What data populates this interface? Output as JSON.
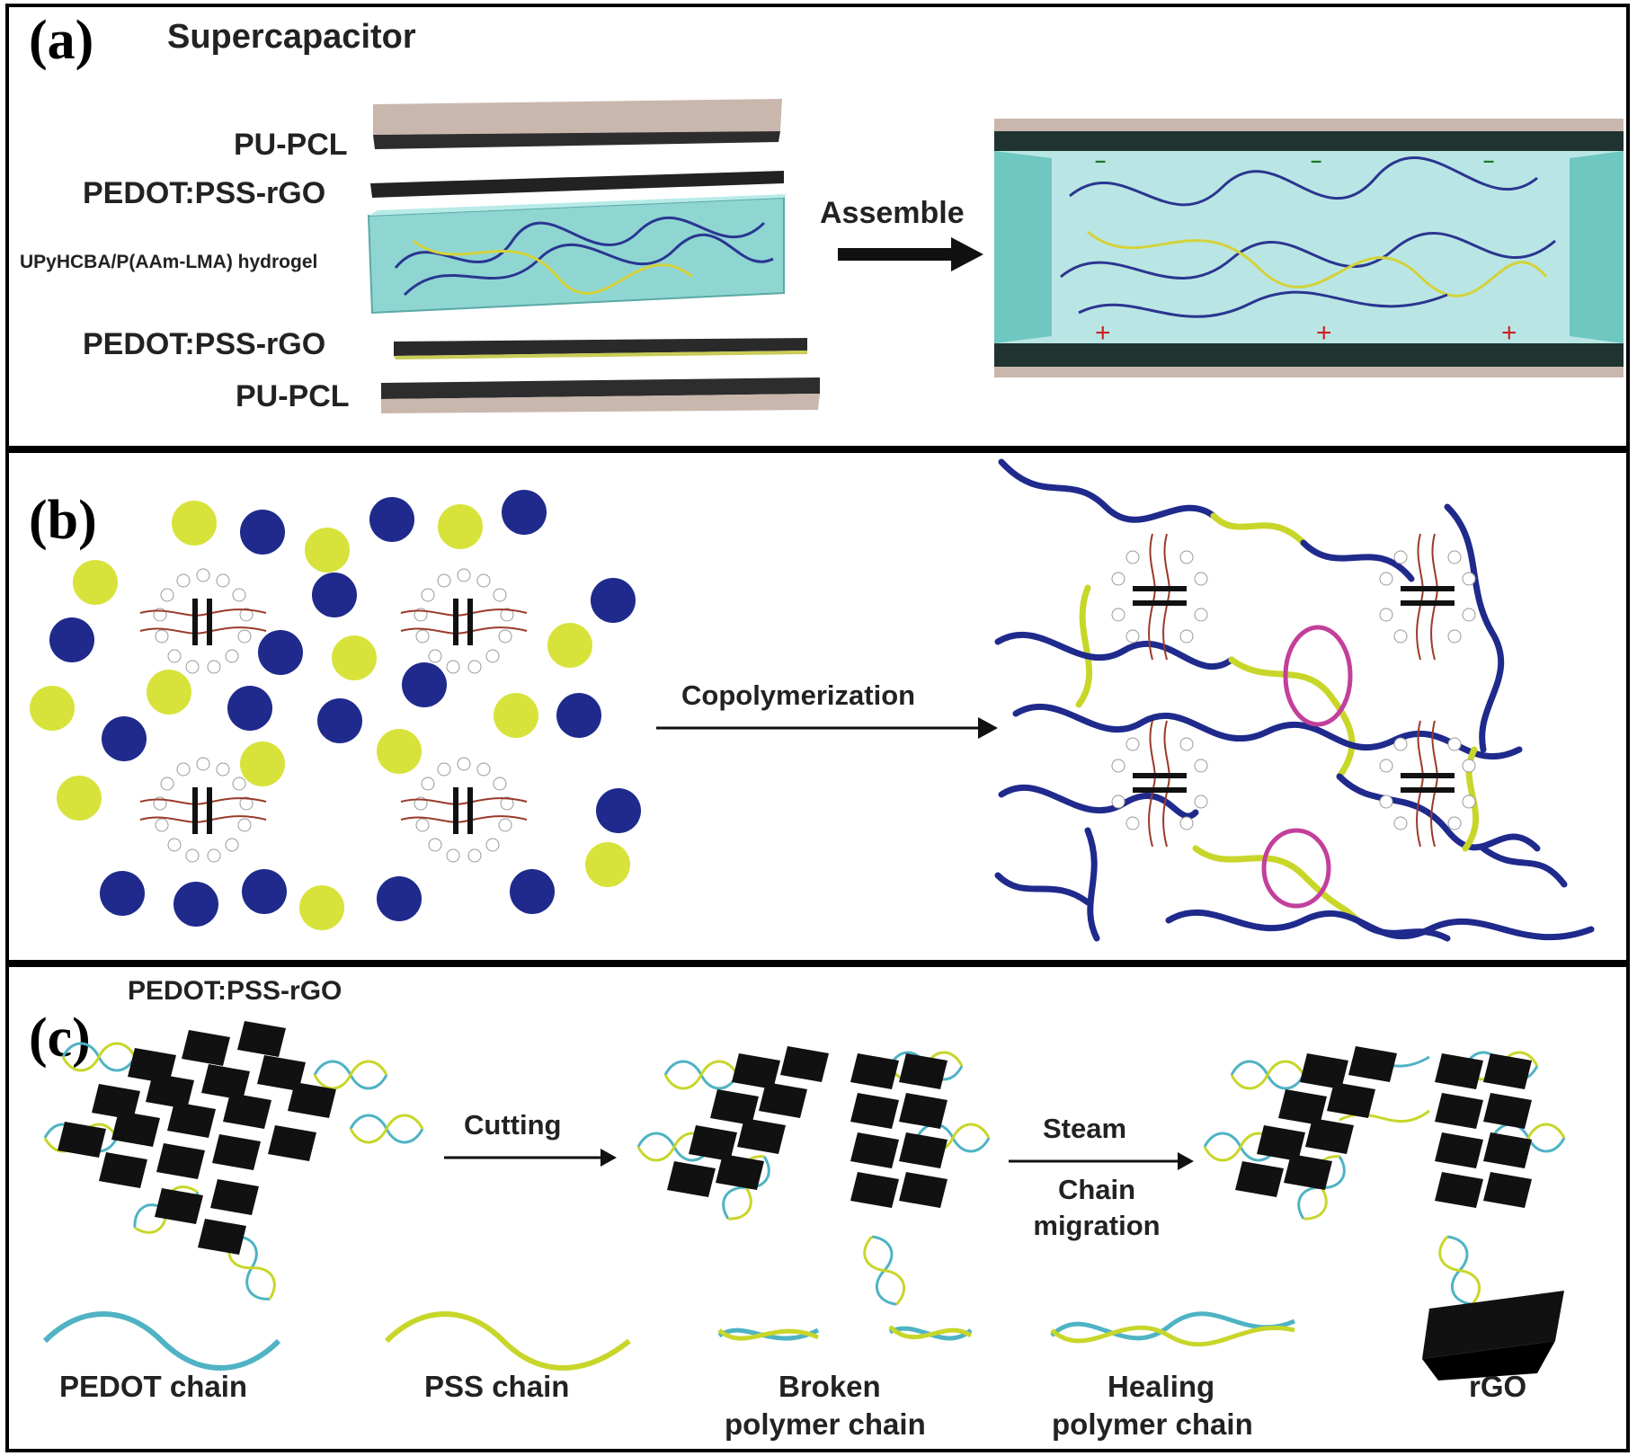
{
  "panel_a": {
    "label": "(a)",
    "title": "Supercapacitor",
    "layers": [
      "PU-PCL",
      "PEDOT:PSS-rGO",
      "UPyHCBA/P(AAm-LMA) hydrogel",
      "PEDOT:PSS-rGO",
      "PU-PCL"
    ],
    "arrow_label": "Assemble"
  },
  "panel_b": {
    "label": "(b)",
    "arrow_label": "Copolymerization"
  },
  "panel_c": {
    "label": "(c)",
    "title": "PEDOT:PSS-rGO",
    "arrow1_label": "Cutting",
    "arrow2_label_top": "Steam",
    "arrow2_label_bottom": "Chain migration",
    "legend": [
      {
        "line1": "PEDOT chain",
        "line2": ""
      },
      {
        "line1": "PSS chain",
        "line2": ""
      },
      {
        "line1": "Broken",
        "line2": "polymer chain"
      },
      {
        "line1": "Healing",
        "line2": "polymer chain"
      },
      {
        "line1": "rGO",
        "line2": ""
      }
    ]
  },
  "colors": {
    "pedot": "#4fb3c4",
    "pss": "#c8d62a",
    "monomer_blue": "#1f2a8c",
    "monomer_yellow": "#d7e33a",
    "hydrogel": "#8fd6d3",
    "ring": "#c2409b",
    "rgo": "#111111"
  }
}
